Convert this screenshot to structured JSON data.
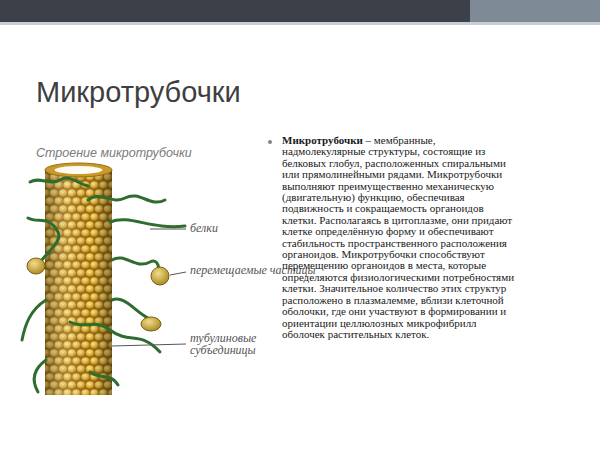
{
  "diagram": {
    "title": "Микротрубочки",
    "labels": [
      "Строение микротрубочки",
      "белки",
      "перемещаемые частицы",
      "тубулиновые субъединицы",
      "Микротрубочки",
      "– мембранные, надмолекулярные структуры, состоящие из белковых глобул, расположенных спиральными или прямолинейными рядами. Микротрубочки выполняют преимущественно механическую (двигательную) функцию, обеспечивая подвижность и сокращаемость органоидов клетки. Располагаясь в цитоплазме, они придают клетке определённую форму и обеспечивают стабильность пространственного расположения органоидов. Микротрубочки способствуют перемещению органоидов в места, которые определяются физиологическими потребностями клетки. Значительное количество этих структур расположено в плазмалемме, вблизи клеточной оболочки, где они участвуют в формировании и ориентации целлюлозных микрофибрилл оболочек растительных клеток."
    ]
  }
}
